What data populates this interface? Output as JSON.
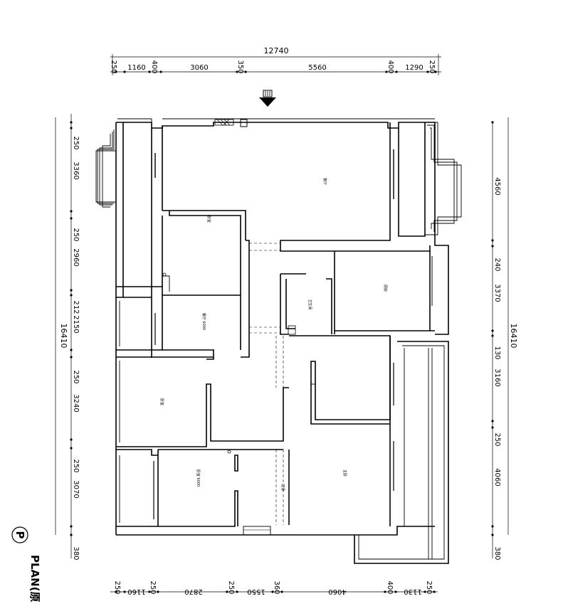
{
  "title": "PLAN(原",
  "marker": "P",
  "top_dims": {
    "total": "12740",
    "segments": [
      "250",
      "1160",
      "400",
      "3060",
      "350",
      "5560",
      "400",
      "1290",
      "250"
    ]
  },
  "bottom_dims": {
    "segments": [
      "250",
      "1160",
      "250",
      "2870",
      "250",
      "1550",
      "360",
      "4060",
      "400",
      "1130",
      "250"
    ]
  },
  "left_dims": {
    "total": "16410",
    "segments": [
      "250",
      "3360",
      "250",
      "2960",
      "212",
      "2150",
      "250",
      "3240",
      "250",
      "3070",
      "380"
    ]
  },
  "right_dims": {
    "total": "16410",
    "segments": [
      "4560",
      "240",
      "3370",
      "130",
      "3160",
      "250",
      "4060",
      "380"
    ]
  }
}
